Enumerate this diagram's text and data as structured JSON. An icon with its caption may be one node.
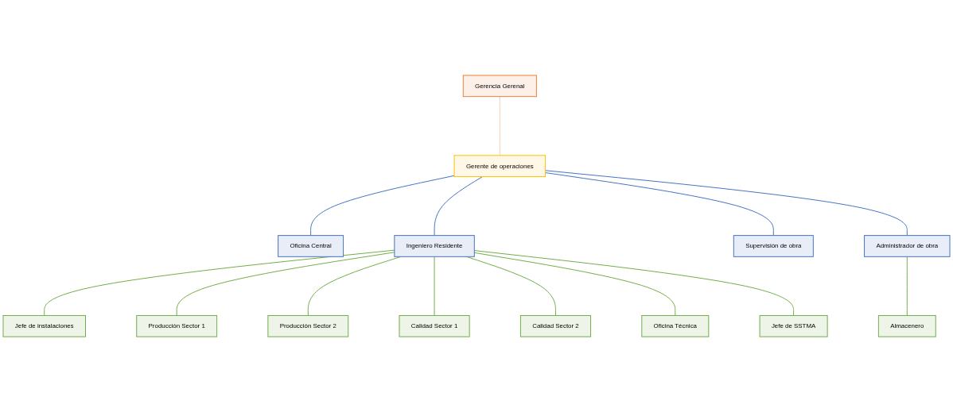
{
  "diagram": {
    "nodes": [
      {
        "text": [
          "Gerencia Gerenal"
        ]
      },
      {
        "text": [
          "Gerente de operaciones"
        ]
      },
      {
        "text": [
          "Oficina Central"
        ]
      },
      {
        "text": [
          "Ingeniero Residente"
        ]
      },
      {
        "text": [
          "Supervisión de obra"
        ]
      },
      {
        "text": [
          "Administrador de obra"
        ]
      },
      {
        "text": [
          "Almacenero"
        ]
      },
      {
        "text": [
          "Jefe de instalaciones"
        ]
      },
      {
        "text": [
          "Producción Sector 1"
        ]
      },
      {
        "text": [
          "Producción Sector 2"
        ]
      },
      {
        "text": [
          "Calidad Sector 1"
        ]
      },
      {
        "text": [
          "Calidad Sector 2"
        ]
      },
      {
        "text": [
          "Oficina Técnica"
        ]
      },
      {
        "text": [
          "Jefe de SSTMA"
        ]
      }
    ],
    "edges": [
      {
        "from": 0,
        "to": 1,
        "arrow": "none",
        "color": "#f8cbad"
      },
      {
        "from": 1,
        "to": 2,
        "arrow": "none",
        "color": "#4472c4"
      },
      {
        "from": 1,
        "to": 3,
        "arrow": "none",
        "color": "#4472c4"
      },
      {
        "from": 1,
        "to": 4,
        "arrow": "none",
        "color": "#4472c4"
      },
      {
        "from": 1,
        "to": 5,
        "arrow": "none",
        "color": "#4472c4"
      },
      {
        "from": 5,
        "to": 6,
        "arrow": "none"
      },
      {
        "from": 3,
        "to": 7,
        "arrow": "none"
      },
      {
        "from": 3,
        "to": 8,
        "arrow": "none"
      },
      {
        "from": 3,
        "to": 9,
        "arrow": "none"
      },
      {
        "from": 3,
        "to": 10,
        "arrow": "none"
      },
      {
        "from": 3,
        "to": 11,
        "arrow": "none"
      },
      {
        "from": 3,
        "to": 12,
        "arrow": "none"
      },
      {
        "from": 3,
        "to": 13,
        "arrow": "none"
      }
    ]
  }
}
